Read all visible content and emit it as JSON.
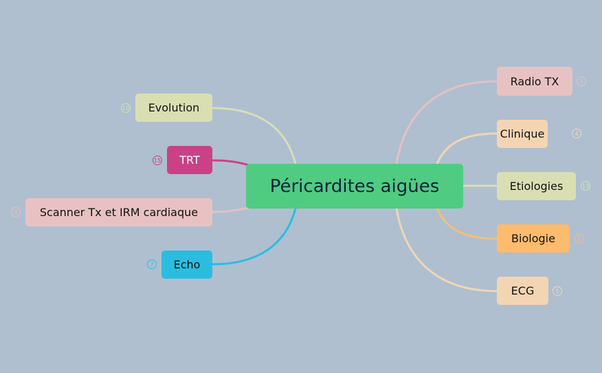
{
  "central": {
    "label": "Péricardites aigües",
    "color": "#4fcc82"
  },
  "branches": [
    {
      "label": "Radio TX",
      "count": "3",
      "color": "#e8c2c2",
      "line": "#e3c0c4",
      "text": "#111"
    },
    {
      "label": "Clinique",
      "count": "4",
      "color": "#f3d5b4",
      "line": "#f0d6b4",
      "text": "#111"
    },
    {
      "label": "Etiologies",
      "count": "13",
      "color": "#d9dfb3",
      "line": "#d9dfb3",
      "text": "#111"
    },
    {
      "label": "Biologie",
      "count": "2",
      "color": "#fdbb6e",
      "line": "#f8bd75",
      "text": "#111"
    },
    {
      "label": "ECG",
      "count": "5",
      "color": "#f3d5b4",
      "line": "#f0d6b4",
      "text": "#111"
    },
    {
      "label": "Evolution",
      "count": "10",
      "color": "#d9dfb3",
      "line": "#d9dfb3",
      "text": "#111"
    },
    {
      "label": "TRT",
      "count": "15",
      "color": "#cb4187",
      "line": "#cb4187",
      "text": "#ffffff"
    },
    {
      "label": "Scanner Tx et IRM cardiaque",
      "count": "4",
      "color": "#e8c2c2",
      "line": "#e3c0c4",
      "text": "#111"
    },
    {
      "label": "Echo",
      "count": "7",
      "color": "#2bbde0",
      "line": "#2bbde0",
      "text": "#111"
    }
  ]
}
